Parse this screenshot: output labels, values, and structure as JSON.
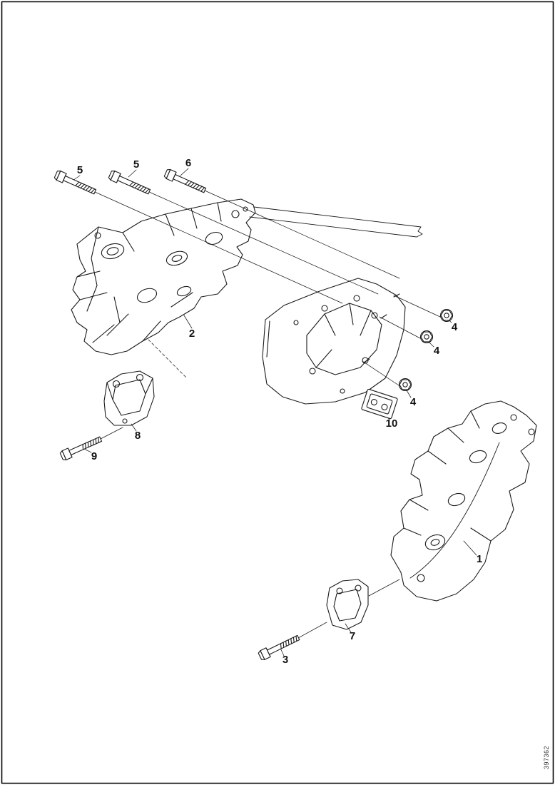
{
  "figure": {
    "number": "397362"
  },
  "drawing": {
    "background_color": "#ffffff",
    "stroke_color": "#1a1a1a",
    "border_color": "#000000",
    "type": "exploded-parts-diagram"
  },
  "callouts": [
    {
      "label": "5"
    },
    {
      "label": "5"
    },
    {
      "label": "6"
    },
    {
      "label": "2"
    },
    {
      "label": "4"
    },
    {
      "label": "4"
    },
    {
      "label": "4"
    },
    {
      "label": "10"
    },
    {
      "label": "8"
    },
    {
      "label": "9"
    },
    {
      "label": "1"
    },
    {
      "label": "7"
    },
    {
      "label": "3"
    }
  ]
}
